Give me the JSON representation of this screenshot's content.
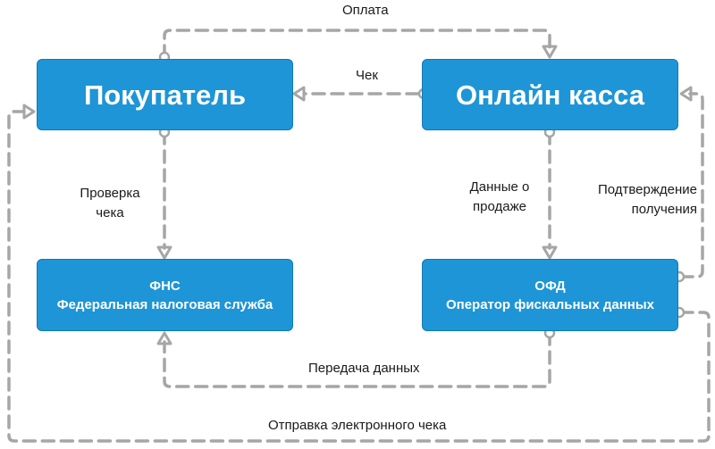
{
  "boxes": {
    "buyer": "Покупатель",
    "cashbox": "Онлайн касса",
    "fns_title": "ФНС",
    "fns_subtitle": "Федеральная налоговая служба",
    "ofd_title": "ОФД",
    "ofd_subtitle": "Оператор фискальных данных"
  },
  "labels": {
    "payment": "Оплата",
    "receipt": "Чек",
    "check_line1": "Проверка",
    "check_line2": "чека",
    "sale_line1": "Данные о",
    "sale_line2": "продаже",
    "confirm_line1": "Подтверждение",
    "confirm_line2": "получения",
    "transfer": "Передача данных",
    "e_receipt": "Отправка электронного чека"
  },
  "colors": {
    "box_fill": "#1e95d6",
    "connector": "#a6a6a6"
  }
}
